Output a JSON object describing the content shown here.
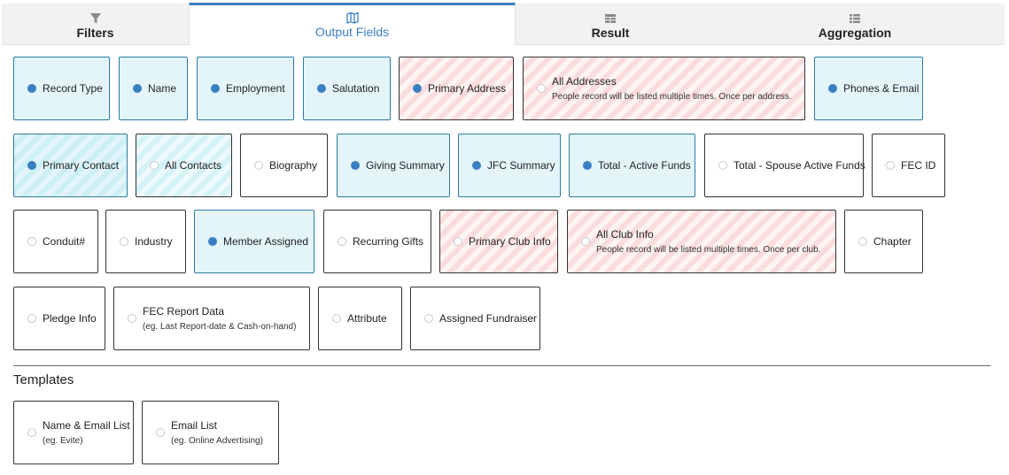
{
  "tabs": [
    {
      "label": "Filters",
      "icon": "filter-icon"
    },
    {
      "label": "Output Fields",
      "icon": "map-icon",
      "active": true
    },
    {
      "label": "Result",
      "icon": "table-icon"
    },
    {
      "label": "Aggregation",
      "icon": "list-icon"
    }
  ],
  "fields": {
    "record_type": {
      "label": "Record Type",
      "selected": true
    },
    "name": {
      "label": "Name",
      "selected": true
    },
    "employment": {
      "label": "Employment",
      "selected": true
    },
    "salutation": {
      "label": "Salutation",
      "selected": true
    },
    "primary_address": {
      "label": "Primary Address",
      "selected": true
    },
    "all_addresses": {
      "label": "All Addresses",
      "sub": "People record will be listed multiple times. Once per address.",
      "selected": false
    },
    "phones_email": {
      "label": "Phones & Email",
      "selected": true
    },
    "primary_contact": {
      "label": "Primary Contact",
      "selected": true
    },
    "all_contacts": {
      "label": "All Contacts",
      "selected": false
    },
    "biography": {
      "label": "Biography",
      "selected": false
    },
    "giving_summary": {
      "label": "Giving Summary",
      "selected": true
    },
    "jfc_summary": {
      "label": "JFC Summary",
      "selected": true
    },
    "total_active_funds": {
      "label": "Total - Active Funds",
      "selected": true
    },
    "total_spouse_active_funds": {
      "label": "Total - Spouse Active Funds",
      "selected": false
    },
    "fec_id": {
      "label": "FEC ID",
      "selected": false
    },
    "conduit": {
      "label": "Conduit#",
      "selected": false
    },
    "industry": {
      "label": "Industry",
      "selected": false
    },
    "member_assigned": {
      "label": "Member Assigned",
      "selected": true
    },
    "recurring_gifts": {
      "label": "Recurring Gifts",
      "selected": false
    },
    "primary_club_info": {
      "label": "Primary Club Info",
      "selected": false
    },
    "all_club_info": {
      "label": "All Club Info",
      "sub": "People record will be listed multiple times. Once per club.",
      "selected": false
    },
    "chapter": {
      "label": "Chapter",
      "selected": false
    },
    "pledge_info": {
      "label": "Pledge Info",
      "selected": false
    },
    "fec_report_data": {
      "label": "FEC Report Data",
      "sub": "(eg. Last Report-date & Cash-on-hand)",
      "selected": false
    },
    "attribute": {
      "label": "Attribute",
      "selected": false
    },
    "assigned_fundraiser": {
      "label": "Assigned Fundraiser",
      "selected": false
    }
  },
  "templates": {
    "title": "Templates",
    "name_email_list": {
      "label": "Name & Email List",
      "sub": "(eg. Evite)"
    },
    "email_list": {
      "label": "Email List",
      "sub": "(eg. Online Advertising)"
    }
  },
  "colors": {
    "accent": "#3a7fc1",
    "selected_bg": "#e3f5fb",
    "teal_stripe": "#d4f2f8",
    "pink_stripe": "#fbdcdc"
  }
}
